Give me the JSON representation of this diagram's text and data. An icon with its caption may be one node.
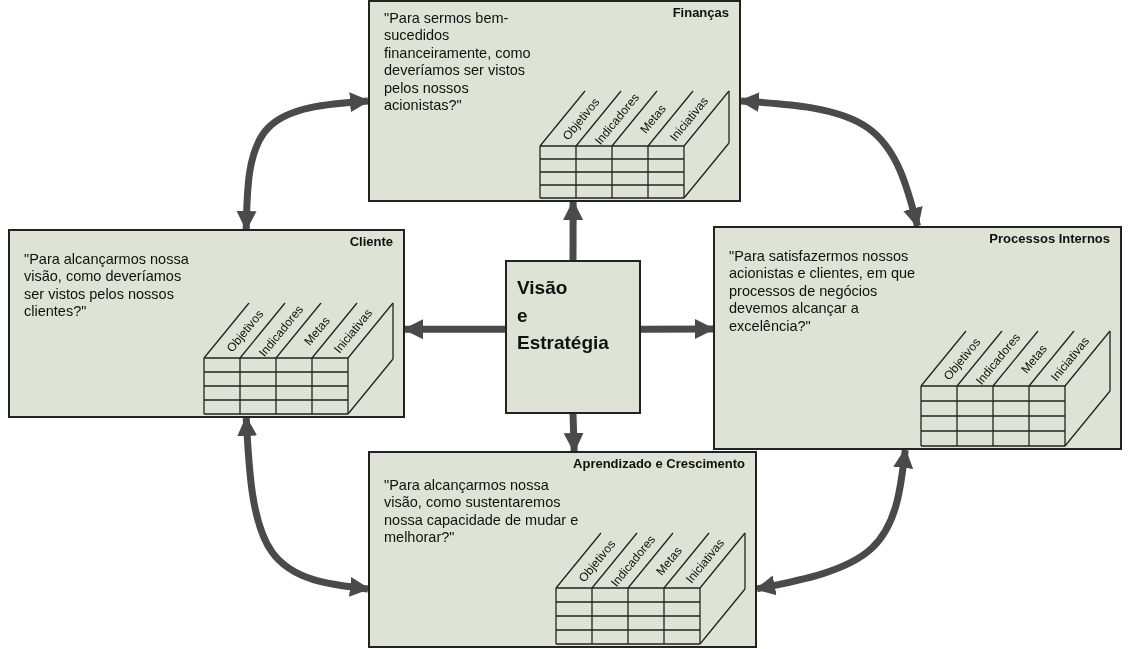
{
  "diagram": {
    "nodes": [
      {
        "text": [
          "Finanças",
          "\"Para sermos bem-sucedidos financeiramente, como deveríamos ser vistos pelos nossos acionistas?\"",
          "Objetivos",
          "Indicadores",
          "Metas",
          "Iniciativas"
        ]
      },
      {
        "text": [
          "Cliente",
          "\"Para alcançarmos nossa visão, como deveríamos ser vistos pelos nossos clientes?\"",
          "Objetivos",
          "Indicadores",
          "Metas",
          "Iniciativas"
        ]
      },
      {
        "text": [
          "Visão e Estratégia"
        ]
      },
      {
        "text": [
          "Processos Internos",
          "\"Para satisfazermos nossos acionistas e clientes, em que processos de negócios devemos alcançar a excelência?\"",
          "Objetivos",
          "Indicadores",
          "Metas",
          "Iniciativas"
        ]
      },
      {
        "text": [
          "Aprendizado e Crescimento",
          "\"Para alcançarmos nossa visão, como sustentaremos nossa capacidade de mudar e melhorar?\"",
          "Objetivos",
          "Indicadores",
          "Metas",
          "Iniciativas"
        ]
      }
    ],
    "edges": [
      {
        "from": 2,
        "to": 0,
        "arrow": "to"
      },
      {
        "from": 2,
        "to": 1,
        "arrow": "to"
      },
      {
        "from": 2,
        "to": 3,
        "arrow": "to"
      },
      {
        "from": 2,
        "to": 4,
        "arrow": "to"
      },
      {
        "from": 0,
        "to": 1,
        "arrow": "both"
      },
      {
        "from": 0,
        "to": 3,
        "arrow": "both"
      },
      {
        "from": 1,
        "to": 4,
        "arrow": "both"
      },
      {
        "from": 3,
        "to": 4,
        "arrow": "both"
      }
    ]
  }
}
